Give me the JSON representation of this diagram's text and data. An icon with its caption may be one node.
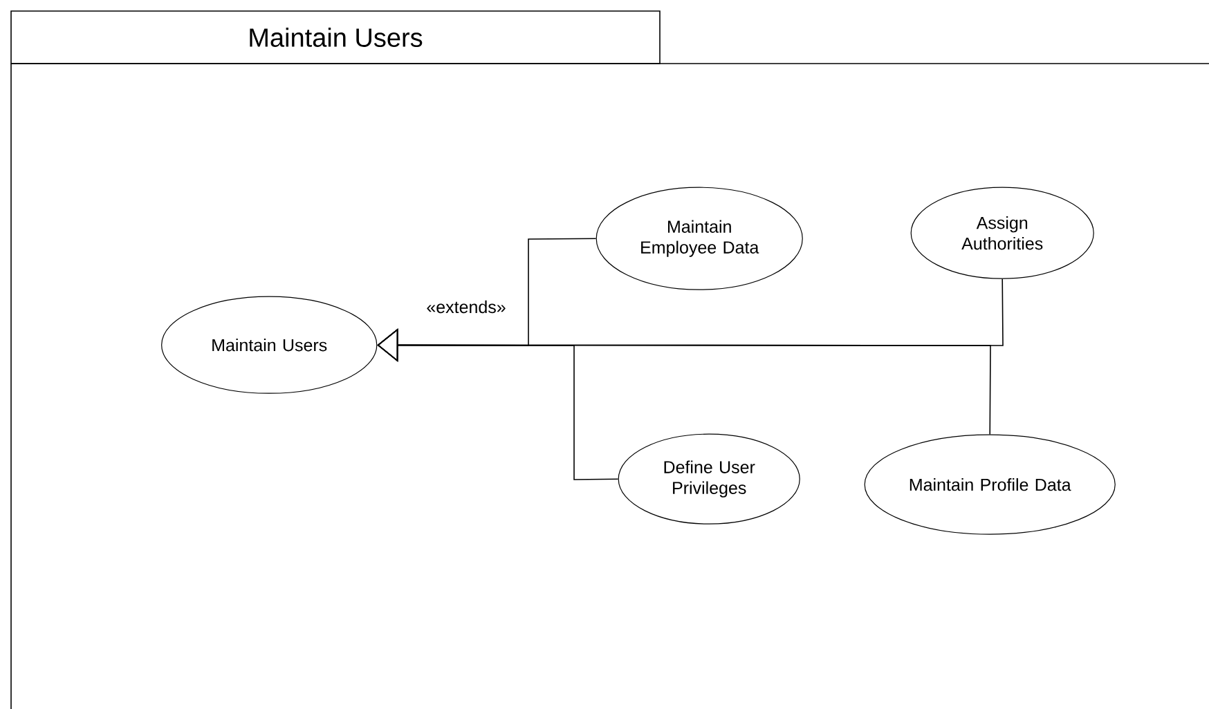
{
  "diagram": {
    "nodes": [
      {
        "text": [
          "Maintain Users"
        ]
      },
      {
        "text": [
          "Maintain Users"
        ],
        "in": 0
      },
      {
        "text": [
          "Maintain Employee Data"
        ],
        "in": 0
      },
      {
        "text": [
          "Assign Authorities"
        ],
        "in": 0
      },
      {
        "text": [
          "Define User Privileges"
        ],
        "in": 0
      },
      {
        "text": [
          "Maintain Profile Data"
        ],
        "in": 0
      }
    ],
    "edges": [
      {
        "from": 2,
        "to": 1,
        "arrow": "to",
        "label": "«extends»"
      },
      {
        "from": 3,
        "to": 1,
        "arrow": "to"
      },
      {
        "from": 4,
        "to": 1,
        "arrow": "to"
      },
      {
        "from": 5,
        "to": 1,
        "arrow": "to"
      }
    ]
  }
}
